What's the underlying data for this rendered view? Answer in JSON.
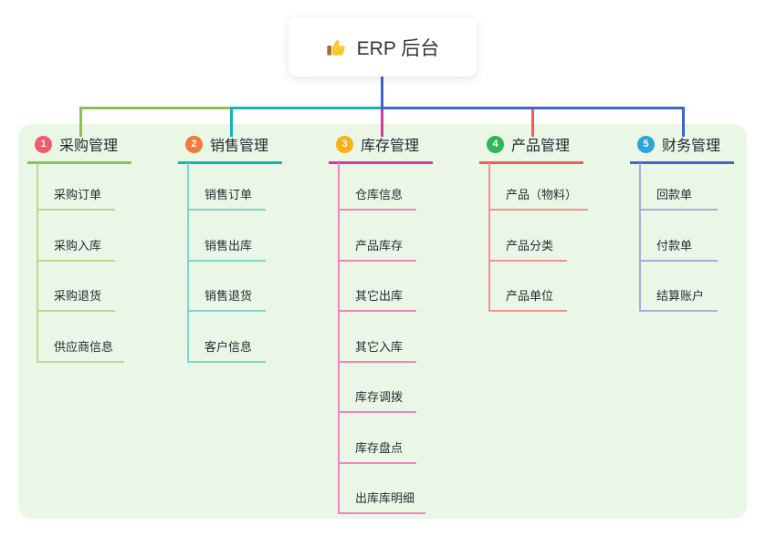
{
  "root": {
    "title": "ERP 后台",
    "icon": "thumbs-up-icon"
  },
  "colors": {
    "trunk_blue": "#3f63cf",
    "panel_bg": "#ebf7e6",
    "root_box_bg": "#ffffff",
    "topic_text": "#232832",
    "child_text": "#262b33"
  },
  "branches": [
    {
      "number": "1",
      "label": "采购管理",
      "badge_color": "#f15b6c",
      "line_color": "#8cc152",
      "child_line_color": "#b5dd8f",
      "children": [
        "采购订单",
        "采购入库",
        "采购退货",
        "供应商信息"
      ]
    },
    {
      "number": "2",
      "label": "销售管理",
      "badge_color": "#f07b3c",
      "line_color": "#13b5ae",
      "child_line_color": "#7fd4cf",
      "children": [
        "销售订单",
        "销售出库",
        "销售退货",
        "客户信息"
      ]
    },
    {
      "number": "3",
      "label": "库存管理",
      "badge_color": "#f9b115",
      "line_color": "#d63a9e",
      "child_line_color": "#ee85bd",
      "children": [
        "仓库信息",
        "产品库存",
        "其它出库",
        "其它入库",
        "库存调拨",
        "库存盘点",
        "出库库明细"
      ]
    },
    {
      "number": "4",
      "label": "产品管理",
      "badge_color": "#2eb757",
      "line_color": "#f45b57",
      "child_line_color": "#f7918c",
      "children": [
        "产品（物料）",
        "产品分类",
        "产品单位"
      ]
    },
    {
      "number": "5",
      "label": "财务管理",
      "badge_color": "#2ba3dc",
      "line_color": "#3f63cf",
      "child_line_color": "#a2b0d9",
      "children": [
        "回款单",
        "付款单",
        "结算账户"
      ]
    }
  ]
}
